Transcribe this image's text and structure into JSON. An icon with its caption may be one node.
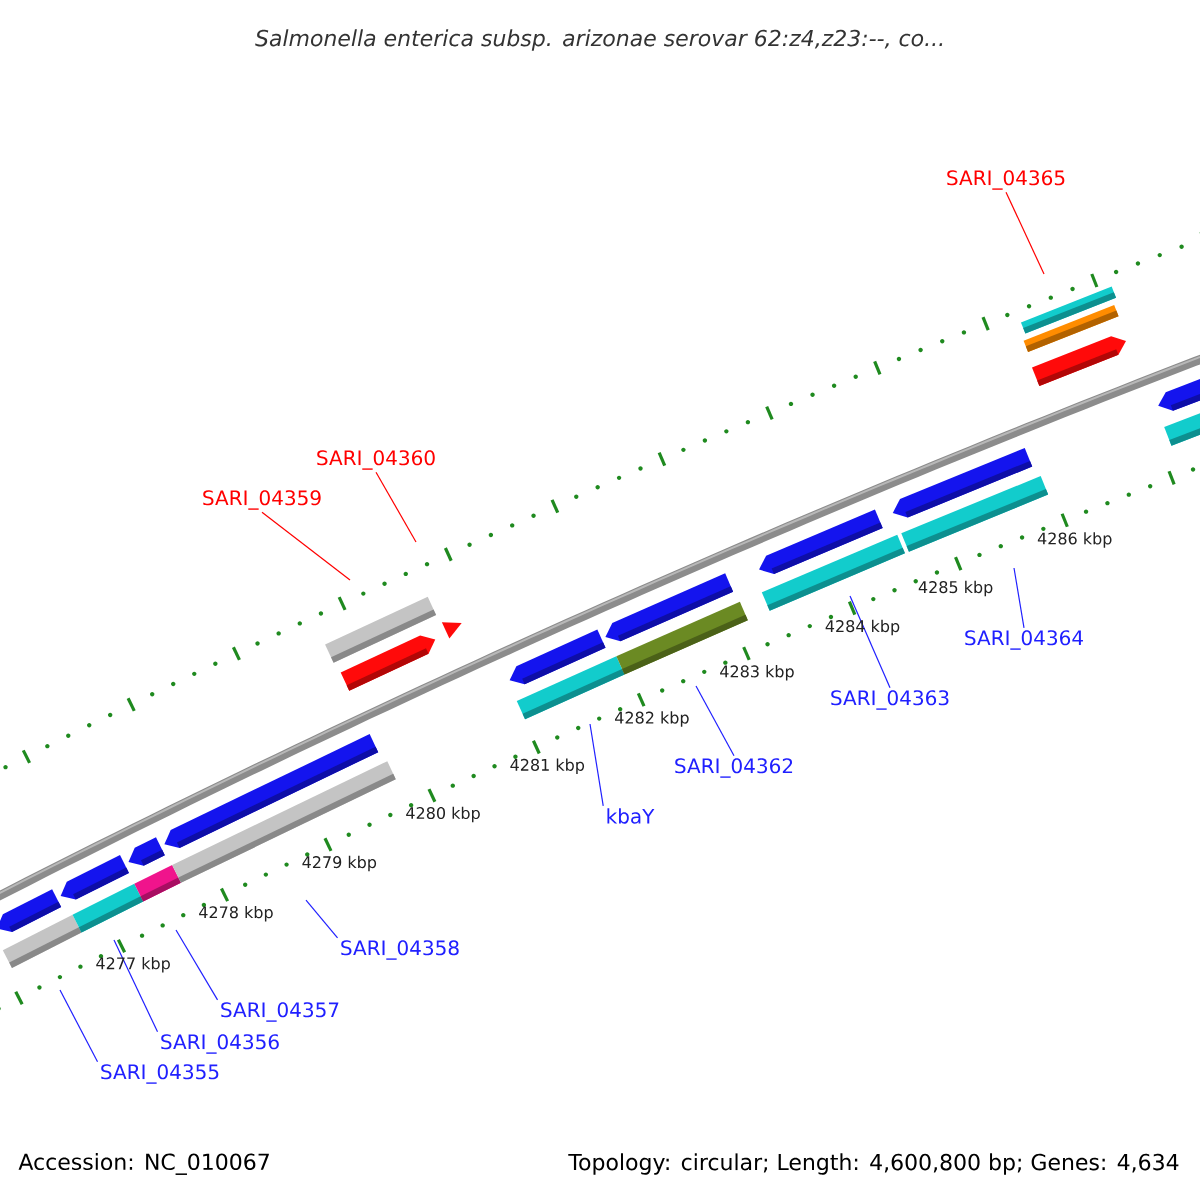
{
  "diagram": {
    "title": "Salmonella enterica subsp. arizonae serovar 62:z4,z23:--, co...",
    "nodes": [
      {
        "text": [
          "SARI_04365"
        ]
      },
      {
        "text": [
          "SARI_04360"
        ]
      },
      {
        "text": [
          "SARI_04359"
        ]
      },
      {
        "text": [
          "SARI_04364"
        ]
      },
      {
        "text": [
          "SARI_04363"
        ]
      },
      {
        "text": [
          "SARI_04362"
        ]
      },
      {
        "text": [
          "kbaY"
        ]
      },
      {
        "text": [
          "SARI_04358"
        ]
      },
      {
        "text": [
          "SARI_04357"
        ]
      },
      {
        "text": [
          "SARI_04356"
        ]
      },
      {
        "text": [
          "SARI_04355"
        ]
      }
    ],
    "edges": [
      {
        "from": 0,
        "to": null,
        "arrow": "none",
        "color": "#ff0000"
      },
      {
        "from": 1,
        "to": null,
        "arrow": "none",
        "color": "#ff0000"
      },
      {
        "from": 2,
        "to": null,
        "arrow": "none",
        "color": "#ff0000"
      },
      {
        "from": 3,
        "to": null,
        "arrow": "none"
      },
      {
        "from": 4,
        "to": null,
        "arrow": "none"
      },
      {
        "from": 5,
        "to": null,
        "arrow": "none"
      },
      {
        "from": 6,
        "to": null,
        "arrow": "none"
      },
      {
        "from": 7,
        "to": null,
        "arrow": "none"
      },
      {
        "from": 8,
        "to": null,
        "arrow": "none"
      },
      {
        "from": 9,
        "to": null,
        "arrow": "none"
      },
      {
        "from": 10,
        "to": null,
        "arrow": "none"
      }
    ],
    "labels": [
      "4277 kbp",
      "4278 kbp",
      "4279 kbp",
      "4280 kbp",
      "4281 kbp",
      "4282 kbp",
      "4283 kbp",
      "4284 kbp",
      "4285 kbp",
      "4286 kbp",
      "Accession: NC_010067",
      "Topology: circular; Length: 4,600,800 bp; Genes: 4,634"
    ]
  }
}
